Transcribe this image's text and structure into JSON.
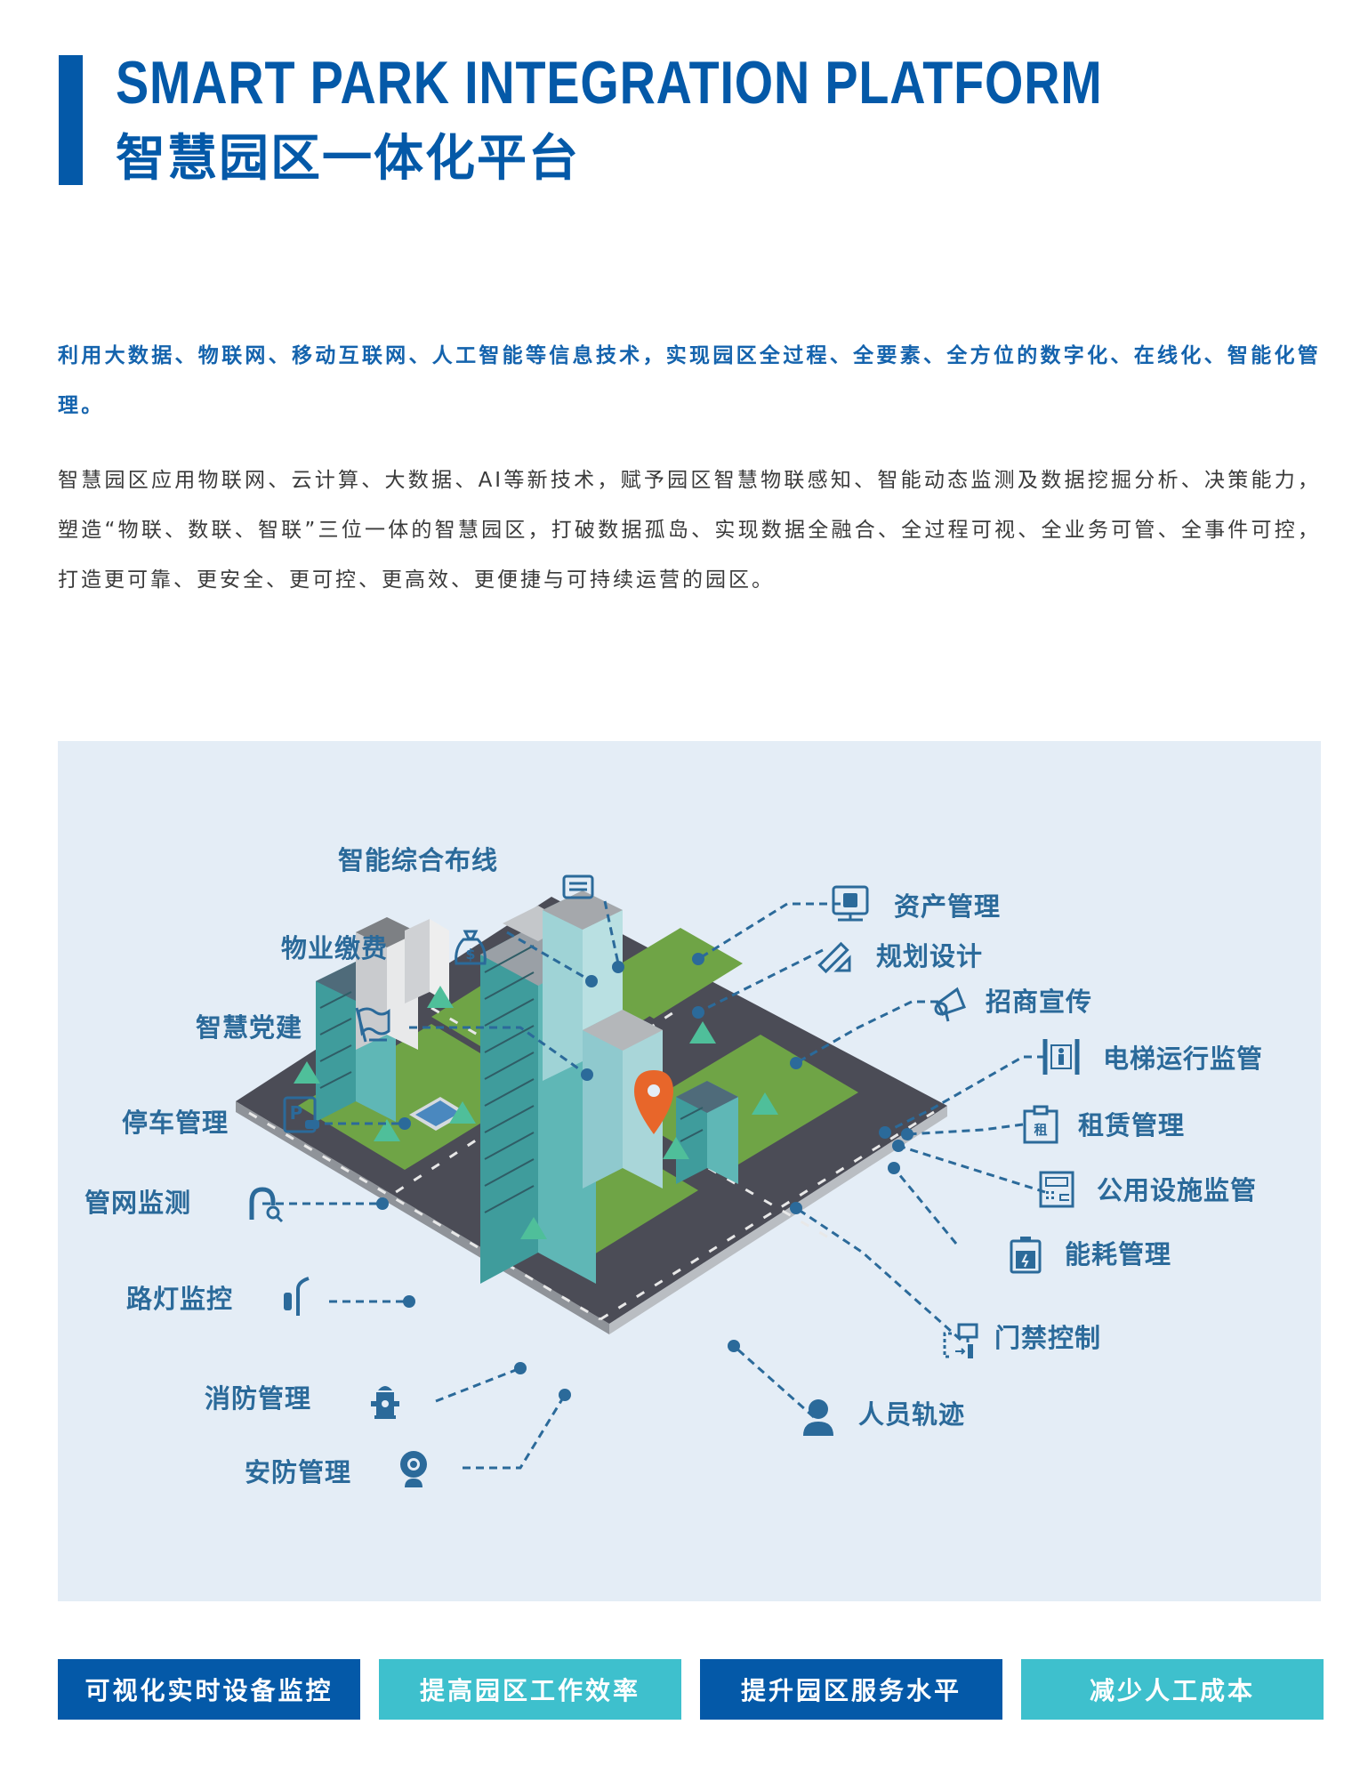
{
  "header": {
    "title_en": "SMART PARK INTEGRATION PLATFORM",
    "title_cn": "智慧园区一体化平台",
    "accent_color": "#0459a8"
  },
  "intro": {
    "text": "利用大数据、物联网、移动互联网、人工智能等信息技术，实现园区全过程、全要素、全方位的数字化、在线化、智能化管理。"
  },
  "body": {
    "text": "智慧园区应用物联网、云计算、大数据、AI等新技术，赋予园区智慧物联感知、智能动态监测及数据挖掘分析、决策能力，塑造“物联、数联、智联”三位一体的智慧园区，打破数据孤岛、实现数据全融合、全过程可视、全业务可管、全事件可控，打造更可靠、更安全、更可控、更高效、更便捷与可持续运营的园区。"
  },
  "illustration": {
    "background": "#e4edf6",
    "label_color": "#2b6a9a",
    "left_labels": [
      {
        "label": "智能综合布线",
        "icon": "cabling-icon"
      },
      {
        "label": "物业缴费",
        "icon": "money-bag-icon"
      },
      {
        "label": "智慧党建",
        "icon": "party-flag-icon"
      },
      {
        "label": "停车管理",
        "icon": "parking-icon"
      },
      {
        "label": "管网监测",
        "icon": "pipe-inspect-icon"
      },
      {
        "label": "路灯监控",
        "icon": "street-lamp-icon"
      },
      {
        "label": "消防管理",
        "icon": "fire-hydrant-icon"
      },
      {
        "label": "安防管理",
        "icon": "security-camera-icon"
      }
    ],
    "right_labels": [
      {
        "label": "资产管理",
        "icon": "asset-monitor-icon"
      },
      {
        "label": "规划设计",
        "icon": "ruler-triangle-icon"
      },
      {
        "label": "招商宣传",
        "icon": "megaphone-icon"
      },
      {
        "label": "电梯运行监管",
        "icon": "elevator-icon"
      },
      {
        "label": "租赁管理",
        "icon": "lease-clipboard-icon"
      },
      {
        "label": "公用设施监管",
        "icon": "utility-panel-icon"
      },
      {
        "label": "能耗管理",
        "icon": "battery-icon"
      },
      {
        "label": "门禁控制",
        "icon": "access-control-icon"
      },
      {
        "label": "人员轨迹",
        "icon": "person-icon"
      }
    ]
  },
  "benefits": [
    {
      "label": "可视化实时设备监控",
      "color": "#0459a8"
    },
    {
      "label": "提高园区工作效率",
      "color": "#3ec0cd"
    },
    {
      "label": "提升园区服务水平",
      "color": "#0459a8"
    },
    {
      "label": "减少人工成本",
      "color": "#3ec0cd"
    }
  ]
}
